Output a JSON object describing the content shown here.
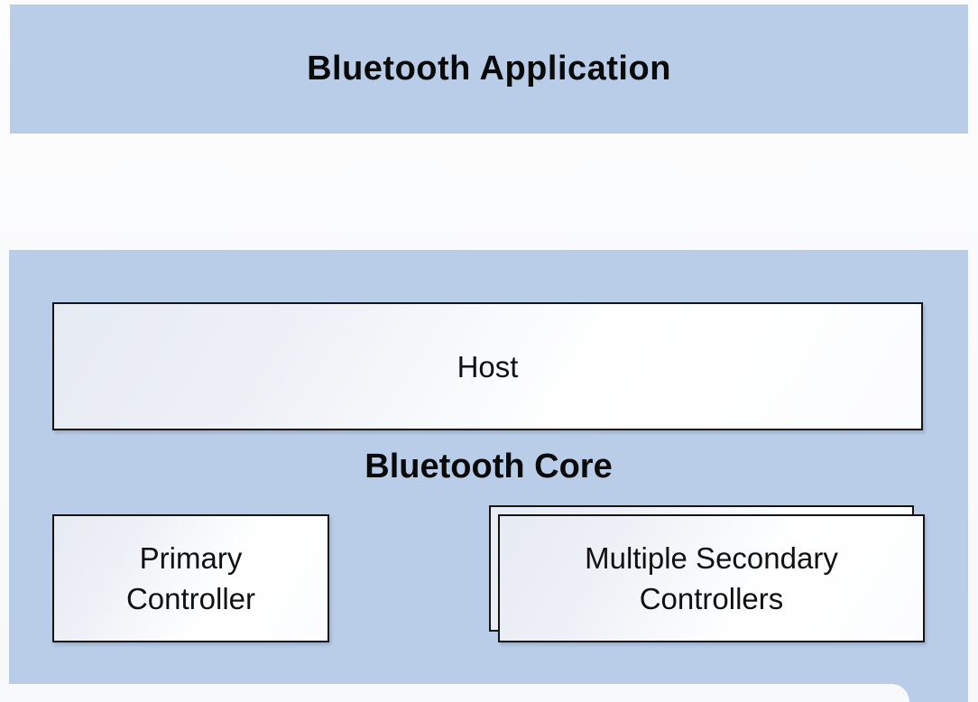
{
  "diagram": {
    "title": "Bluetooth Application",
    "core": {
      "heading": "Bluetooth Core",
      "host": {
        "label": "Host"
      },
      "primary_controller": {
        "lines": [
          "Primary",
          "Controller"
        ]
      },
      "secondary_controllers": {
        "lines": [
          "Multiple Secondary",
          "Controllers"
        ]
      }
    },
    "colors": {
      "band_blue": "#b9cde8",
      "box_border": "#141414",
      "box_fill_light": "#e7ebf3",
      "box_fill_white": "#ffffff",
      "text": "#0d0d0d",
      "page_background": "#f9fafc"
    }
  }
}
